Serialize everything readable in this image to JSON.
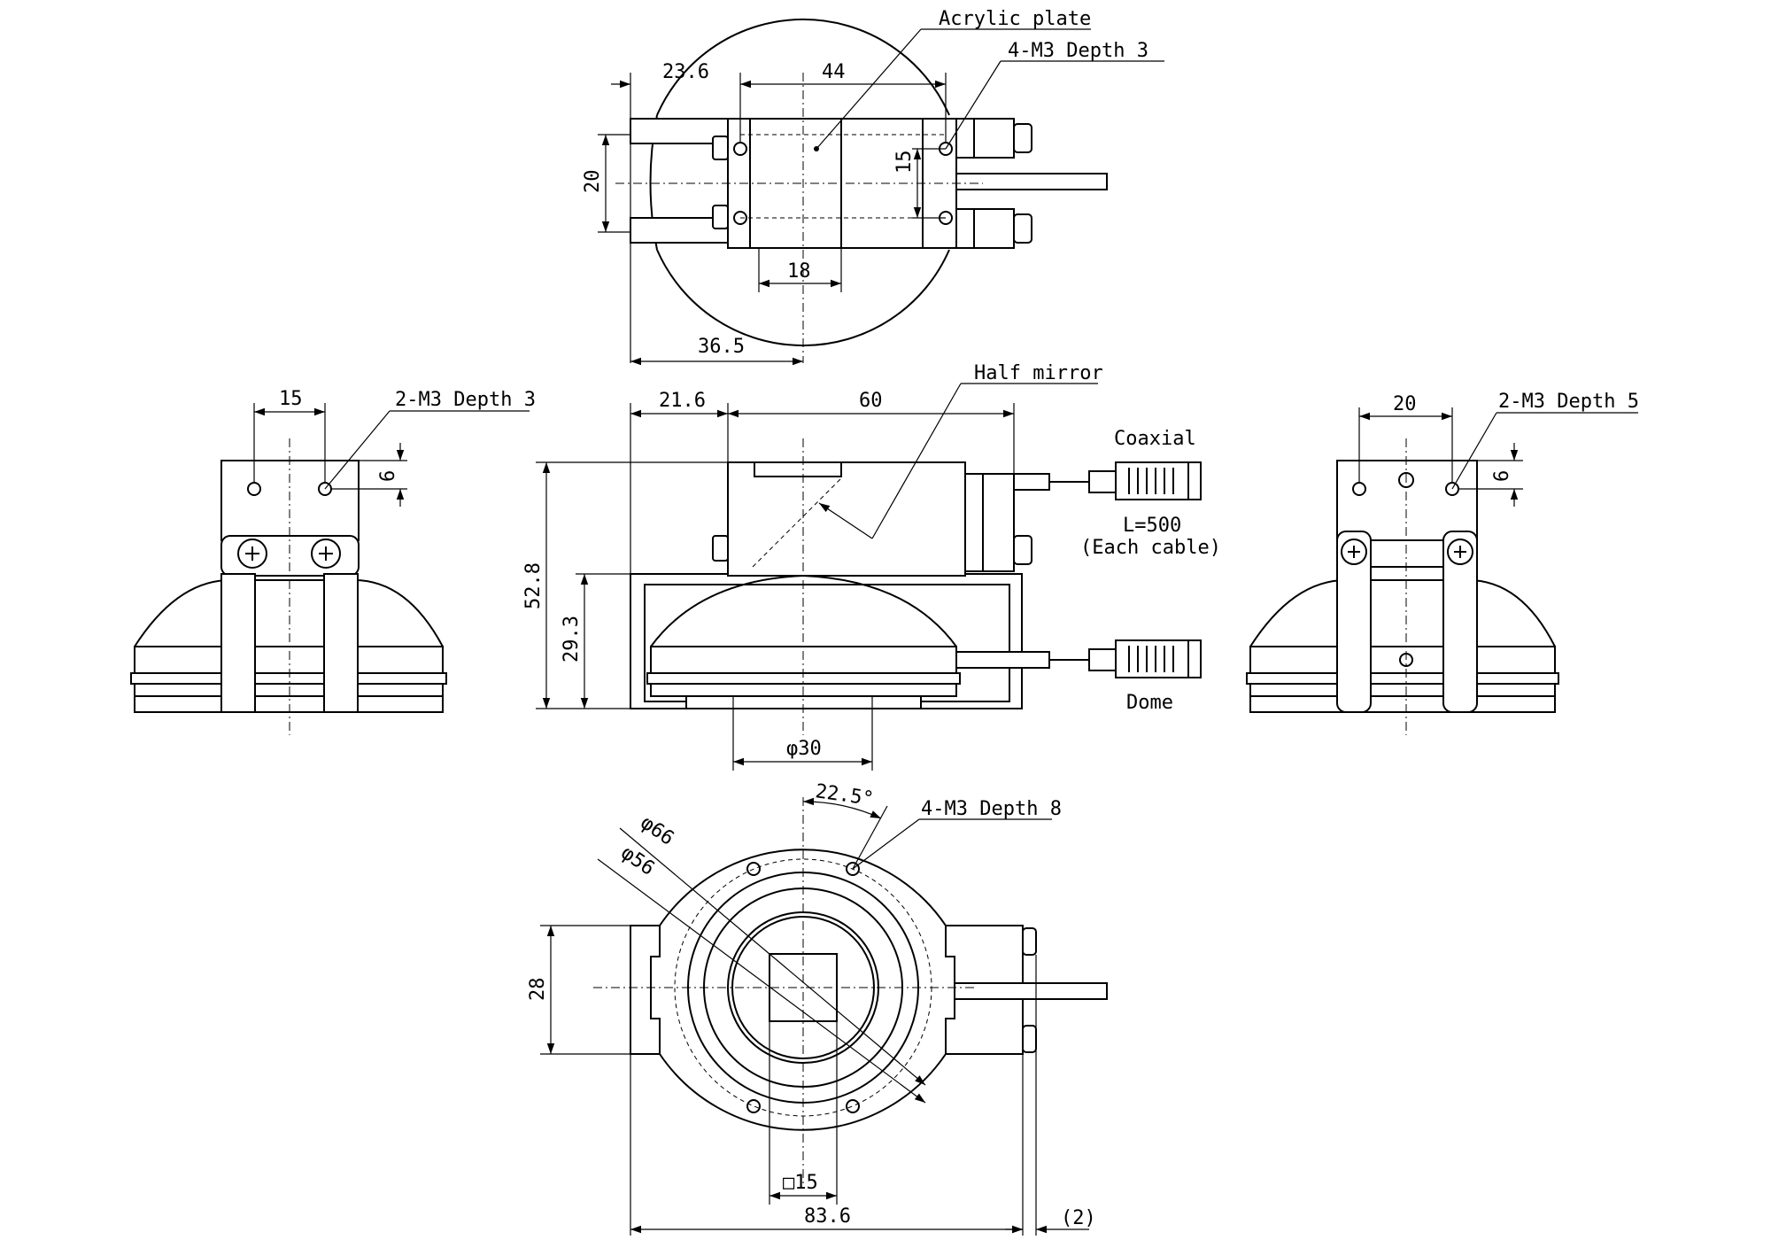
{
  "labels": {
    "acrylic_plate": "Acrylic plate",
    "half_mirror": "Half mirror",
    "coaxial": "Coaxial",
    "dome": "Dome",
    "cable_length": "L=500",
    "each_cable": "(Each cable)",
    "top_holes": "4-M3 Depth 3",
    "left_holes": "2-M3 Depth 3",
    "right_holes": "2-M3 Depth 5",
    "bottom_holes": "4-M3 Depth 8"
  },
  "dims": {
    "top_23_6": "23.6",
    "top_44": "44",
    "top_20": "20",
    "top_15": "15",
    "top_18": "18",
    "top_36_5": "36.5",
    "left_15": "15",
    "left_6": "6",
    "front_21_6": "21.6",
    "front_60": "60",
    "front_52_8": "52.8",
    "front_29_3": "29.3",
    "front_phi30": "φ30",
    "right_20": "20",
    "right_6": "6",
    "bottom_22_5": "22.5°",
    "bottom_phi66": "φ66",
    "bottom_phi56": "φ56",
    "bottom_28": "28",
    "bottom_sq15": "□15",
    "bottom_83_6": "83.6",
    "bottom_2": "(2)"
  }
}
